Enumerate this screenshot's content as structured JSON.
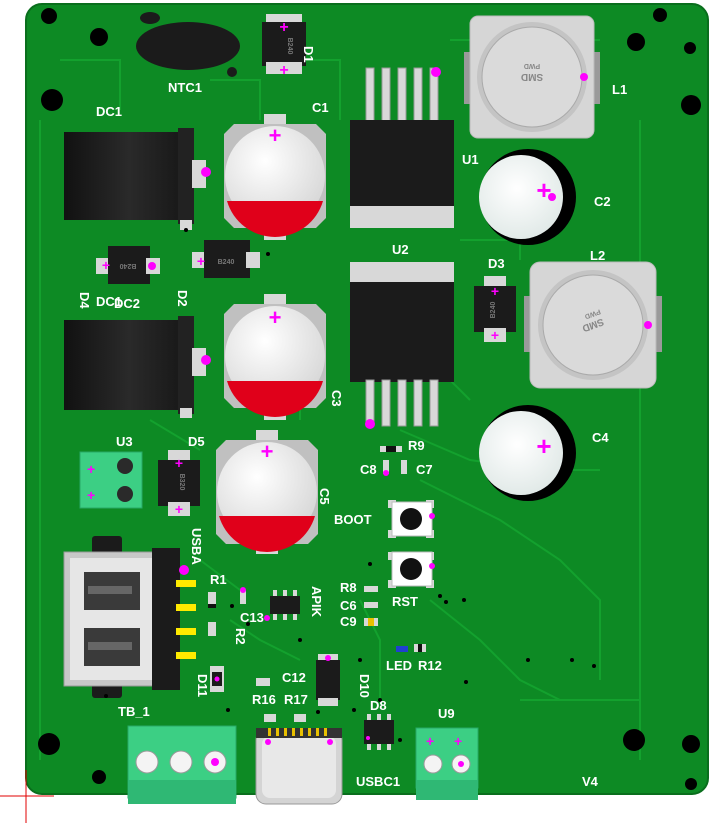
{
  "board": {
    "colors": {
      "pcb": "#0d8a24",
      "pcb_dark": "#0a6e1d",
      "trace": "#13a12e",
      "silk": "#ffffff",
      "pad": "#d8d8d8",
      "marker": "#ff00ff",
      "cap_red": "#e0001a",
      "black_body": "#1b1b1b",
      "inductor": "#cfcfcf",
      "terminal": "#3ccf84"
    },
    "labels": {
      "ntc1": "NTC1",
      "d1": "D1",
      "l1": "L1",
      "dc1": "DC1",
      "c1": "C1",
      "u1": "U1",
      "c2": "C2",
      "u2": "U2",
      "dc1_b": "DC1",
      "d3": "D3",
      "l2": "L2",
      "d4": "D4",
      "dc2": "DC2",
      "d2": "D2",
      "c3": "C3",
      "c4": "C4",
      "r9": "R9",
      "c8": "C8",
      "c7": "C7",
      "u3": "U3",
      "d5": "D5",
      "c5": "C5",
      "boot": "BOOT",
      "usba": "USBA",
      "r1": "R1",
      "r8": "R8",
      "rst": "RST",
      "apik": "APIK",
      "c6": "C6",
      "c13": "C13",
      "c9": "C9",
      "r2": "R2",
      "led": "LED",
      "r12": "R12",
      "d11": "D11",
      "c12": "C12",
      "d10": "D10",
      "r16": "R16",
      "r17": "R17",
      "d8": "D8",
      "tb1": "TB_1",
      "u9": "U9",
      "usbc1": "USBC1",
      "v4": "V4"
    },
    "component_text": {
      "inductor_top": "SMD",
      "inductor_bottom": "PWD",
      "diode_code": "B240",
      "diode_code_alt": "B320"
    }
  }
}
